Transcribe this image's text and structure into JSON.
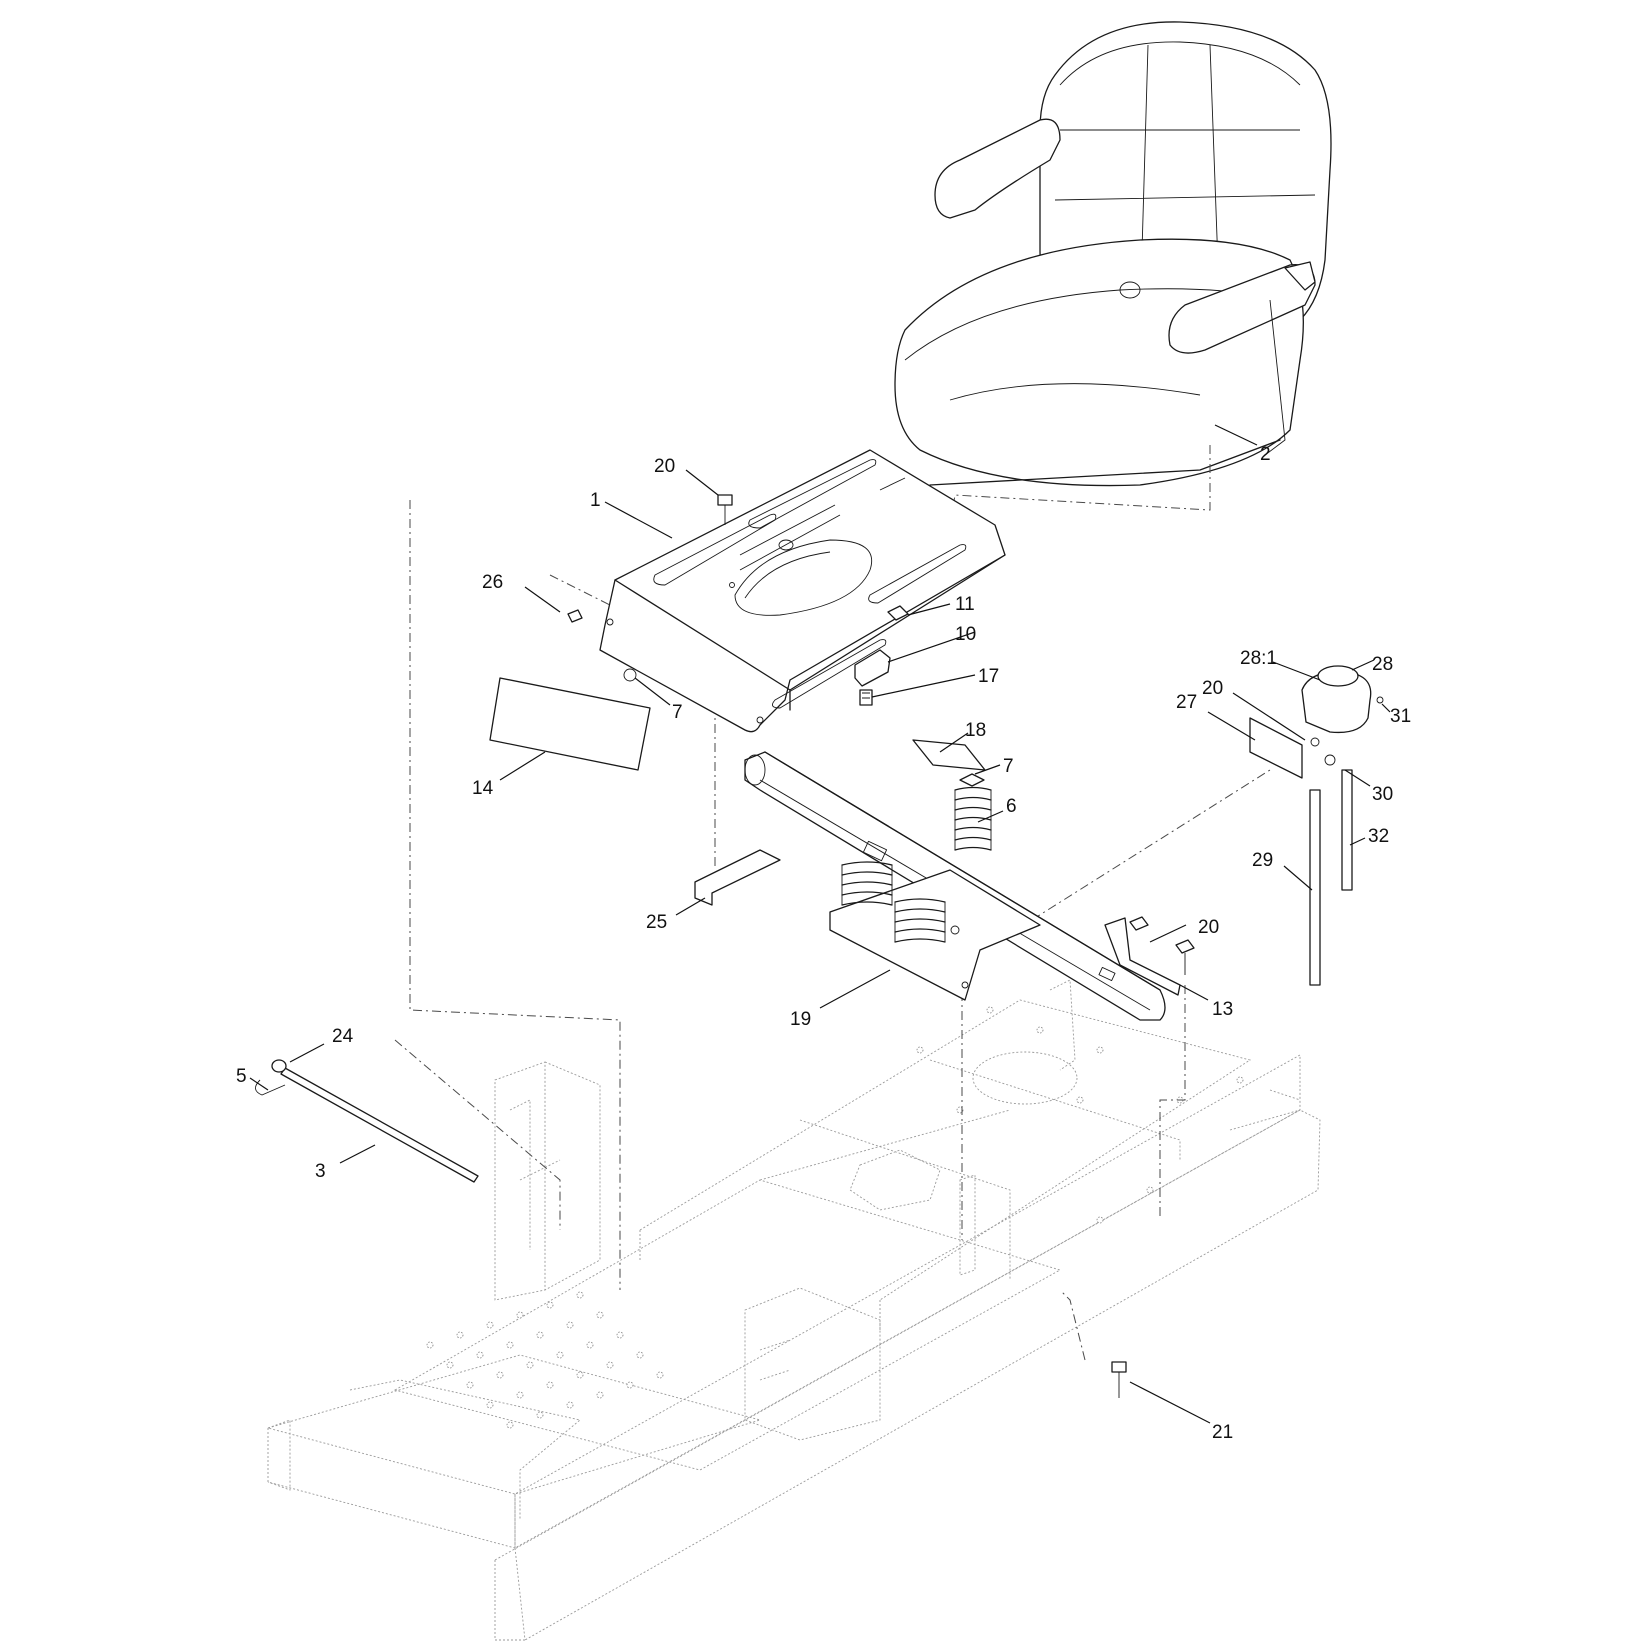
{
  "diagram": {
    "callouts": [
      {
        "id": "c1",
        "label": "1"
      },
      {
        "id": "c2",
        "label": "2"
      },
      {
        "id": "c3",
        "label": "3"
      },
      {
        "id": "c5",
        "label": "5"
      },
      {
        "id": "c6",
        "label": "6"
      },
      {
        "id": "c7a",
        "label": "7"
      },
      {
        "id": "c7b",
        "label": "7"
      },
      {
        "id": "c10",
        "label": "10"
      },
      {
        "id": "c11",
        "label": "11"
      },
      {
        "id": "c13",
        "label": "13"
      },
      {
        "id": "c14",
        "label": "14"
      },
      {
        "id": "c17",
        "label": "17"
      },
      {
        "id": "c18",
        "label": "18"
      },
      {
        "id": "c19",
        "label": "19"
      },
      {
        "id": "c20a",
        "label": "20"
      },
      {
        "id": "c20b",
        "label": "20"
      },
      {
        "id": "c20c",
        "label": "20"
      },
      {
        "id": "c21",
        "label": "21"
      },
      {
        "id": "c24",
        "label": "24"
      },
      {
        "id": "c25",
        "label": "25"
      },
      {
        "id": "c26",
        "label": "26"
      },
      {
        "id": "c27",
        "label": "27"
      },
      {
        "id": "c28",
        "label": "28"
      },
      {
        "id": "c28-1",
        "label": "28:1"
      },
      {
        "id": "c29",
        "label": "29"
      },
      {
        "id": "c30",
        "label": "30"
      },
      {
        "id": "c31",
        "label": "31"
      },
      {
        "id": "c32",
        "label": "32"
      }
    ]
  }
}
